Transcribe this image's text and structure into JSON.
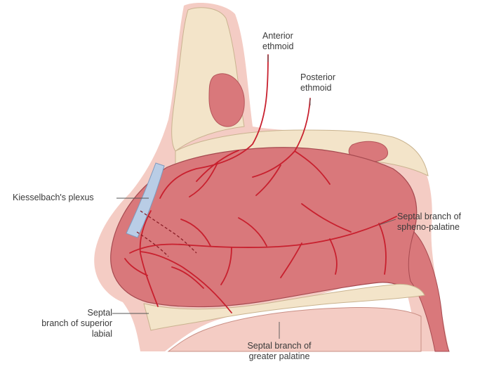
{
  "diagram": {
    "colors": {
      "mucosa": "#d9787b",
      "mucosa_light": "#e9a3a0",
      "bone": "#f3e4c9",
      "cartilage": "#f1dcd6",
      "skin": "#f4ccc4",
      "vessel": "#c8202e",
      "plexus": "#b9cde6",
      "leader": "#555555"
    },
    "labels": {
      "anterior_ethmoid": [
        "Anterior",
        "ethmoid"
      ],
      "posterior_ethmoid": [
        "Posterior",
        "ethmoid"
      ],
      "kiesselbach": [
        "Kiesselbach's plexus"
      ],
      "sphenopalatine": [
        "Septal branch of",
        "spheno-palatine"
      ],
      "superior_labial": [
        "Septal",
        "branch of superior",
        "labial"
      ],
      "greater_palatine": [
        "Septal branch of",
        "greater palatine"
      ]
    }
  }
}
